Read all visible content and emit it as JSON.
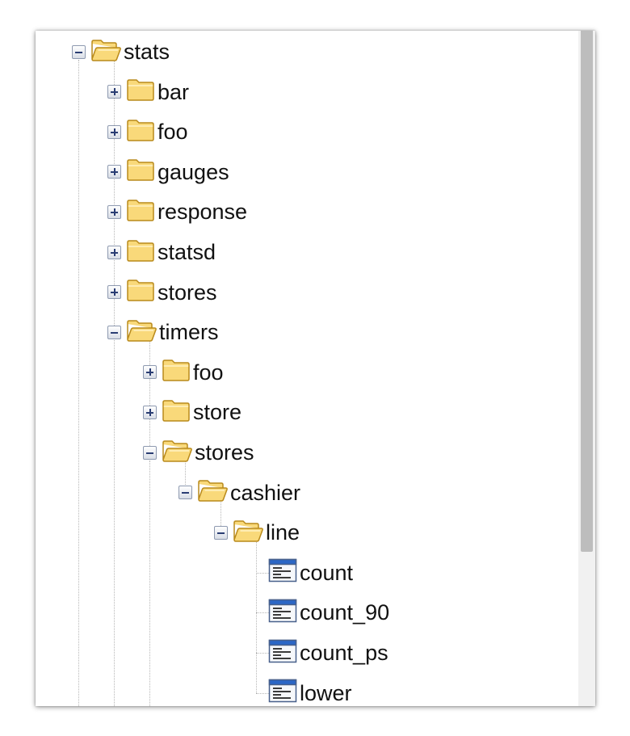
{
  "tree": {
    "rows": [
      {
        "label": "stats",
        "depth": 0,
        "kind": "folder",
        "open": true
      },
      {
        "label": "bar",
        "depth": 1,
        "kind": "folder",
        "open": false
      },
      {
        "label": "foo",
        "depth": 1,
        "kind": "folder",
        "open": false
      },
      {
        "label": "gauges",
        "depth": 1,
        "kind": "folder",
        "open": false
      },
      {
        "label": "response",
        "depth": 1,
        "kind": "folder",
        "open": false
      },
      {
        "label": "statsd",
        "depth": 1,
        "kind": "folder",
        "open": false
      },
      {
        "label": "stores",
        "depth": 1,
        "kind": "folder",
        "open": false
      },
      {
        "label": "timers",
        "depth": 1,
        "kind": "folder",
        "open": true
      },
      {
        "label": "foo",
        "depth": 2,
        "kind": "folder",
        "open": false
      },
      {
        "label": "store",
        "depth": 2,
        "kind": "folder",
        "open": false
      },
      {
        "label": "stores",
        "depth": 2,
        "kind": "folder",
        "open": true
      },
      {
        "label": "cashier",
        "depth": 3,
        "kind": "folder",
        "open": true
      },
      {
        "label": "line",
        "depth": 4,
        "kind": "folder",
        "open": true
      },
      {
        "label": "count",
        "depth": 5,
        "kind": "leaf"
      },
      {
        "label": "count_90",
        "depth": 5,
        "kind": "leaf"
      },
      {
        "label": "count_ps",
        "depth": 5,
        "kind": "leaf"
      },
      {
        "label": "lower",
        "depth": 5,
        "kind": "leaf"
      }
    ]
  },
  "icons": {
    "folder_closed": "folder-icon",
    "folder_open": "folder-open-icon",
    "leaf": "metric-icon",
    "expand": "expand-icon",
    "collapse": "collapse-icon"
  },
  "colors": {
    "folder_fill": "#f9d97a",
    "folder_stroke": "#b98a1b",
    "toggle_mark": "#2a3d73",
    "leaf_accent": "#2b67c6"
  }
}
